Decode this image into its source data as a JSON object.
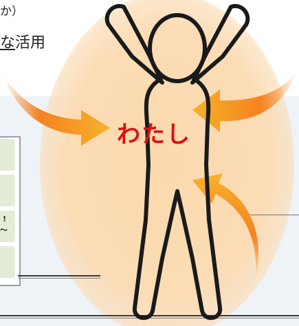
{
  "header": {
    "line1": "か）",
    "line2_underlined": "な",
    "line2_rest": "活用"
  },
  "panel": {
    "mark": "!",
    "tilde": "〜"
  },
  "figure": {
    "label": "わたし"
  },
  "colors": {
    "glow": "#fbdcb5",
    "arrow_start": "#f58220",
    "arrow_end": "#f7b22a",
    "label": "#e01010",
    "cell": "#e4ecd7"
  }
}
